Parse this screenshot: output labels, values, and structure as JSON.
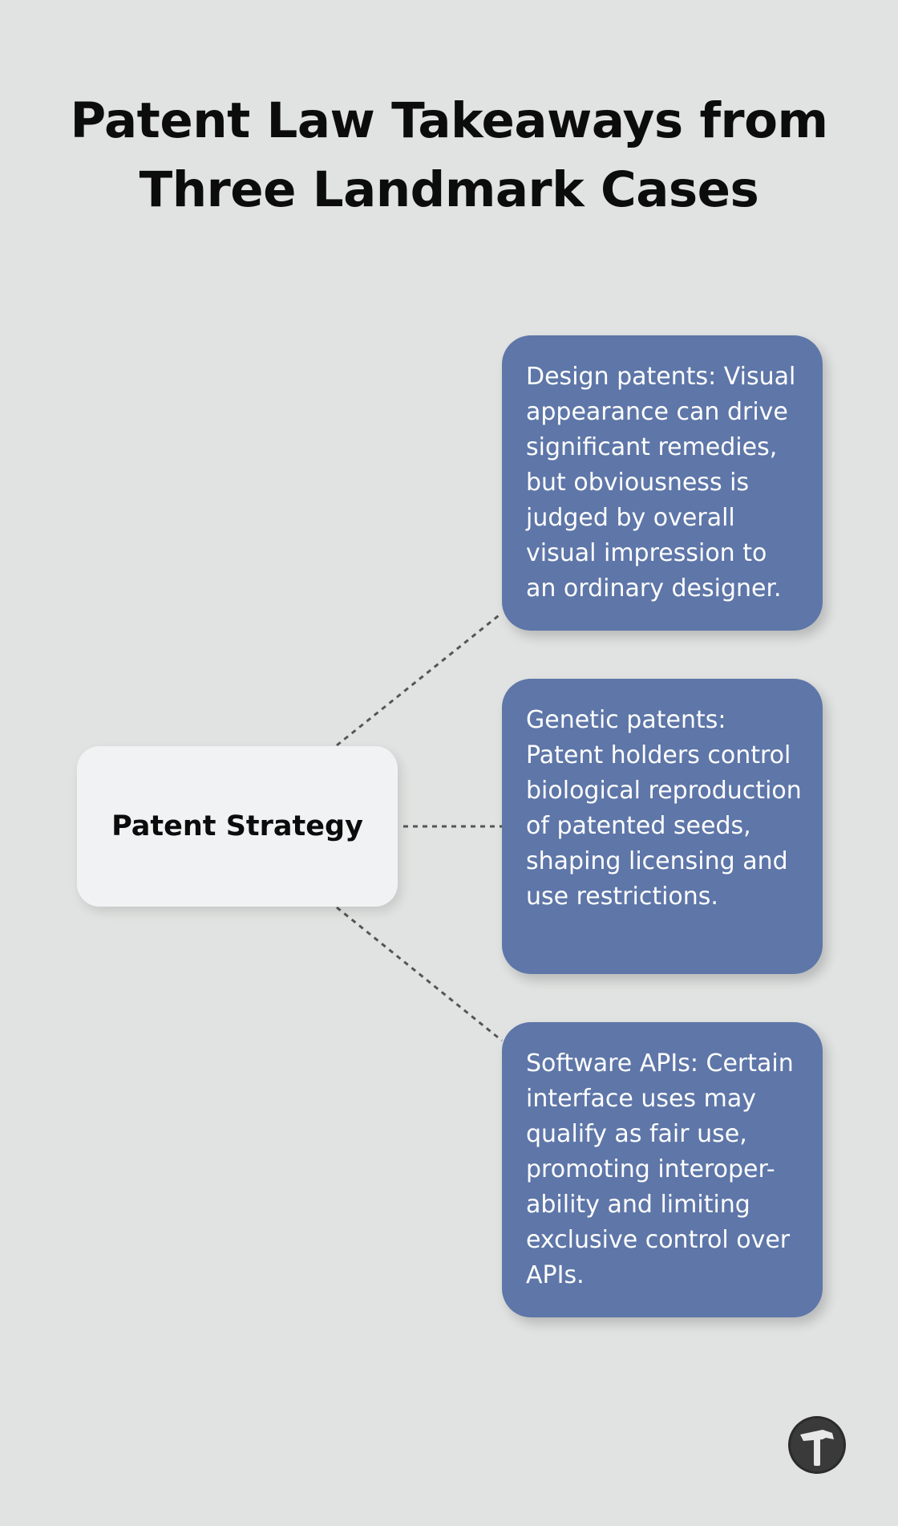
{
  "title": "Patent Law Takeaways from Three Landmark Cases",
  "center": {
    "label": "Patent Strategy"
  },
  "cards": [
    {
      "text": "Design patents: Visual appearance can drive significant remedies, but obviousness is judged by overall visual impression to an ordinary designer."
    },
    {
      "text": "Genetic patents: Patent holders control biological reproduction of patented seeds, shaping licensing and use restrictions."
    },
    {
      "text": "Software APIs: Certain interface uses may qualify as fair use, promoting interoper-ability and limiting exclusive control over APIs."
    }
  ],
  "colors": {
    "background": "#e1e3e2",
    "card": "#5e76a8",
    "center_node": "#f1f2f3",
    "connector": "#555555"
  },
  "icons": {
    "logo": "hammer-logo-icon"
  }
}
